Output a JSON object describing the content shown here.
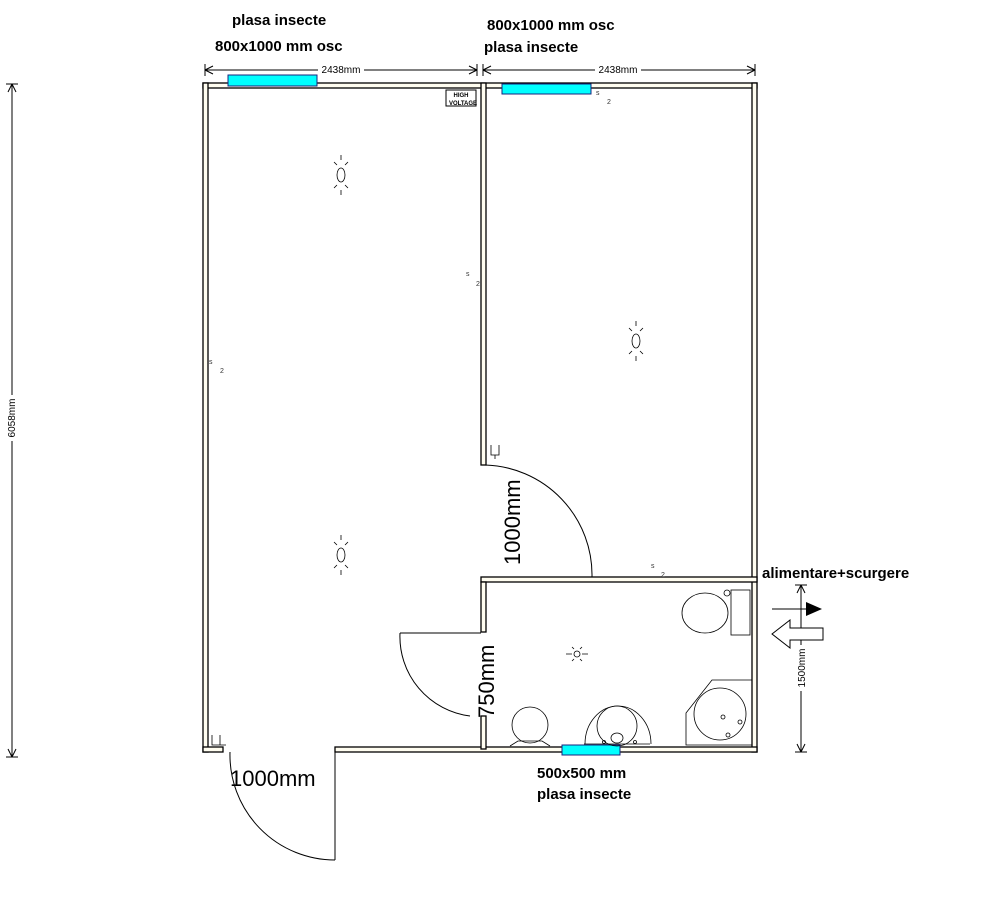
{
  "labels": {
    "window_top_left_line1": "plasa insecte",
    "window_top_left_line2": "800x1000 mm osc",
    "window_top_right_line1": "800x1000 mm osc",
    "window_top_right_line2": "plasa insecte",
    "window_bottom_line1": "500x500 mm",
    "window_bottom_line2": "plasa insecte",
    "utilities": "alimentare+scurgere",
    "door_entrance": "1000mm",
    "door_interior": "1000mm",
    "door_bathroom": "750mm"
  },
  "dimensions": {
    "top_left_width": "2438mm",
    "top_right_width": "2438mm",
    "total_length": "6058mm",
    "bathroom_depth": "1500mm"
  },
  "sign": {
    "line1": "HIGH",
    "line2": "VOLTAGE"
  },
  "socket_marks": {
    "s": "s",
    "n": "2"
  },
  "colors": {
    "window": "#00ffff",
    "wall_fill": "#fffdf0"
  }
}
